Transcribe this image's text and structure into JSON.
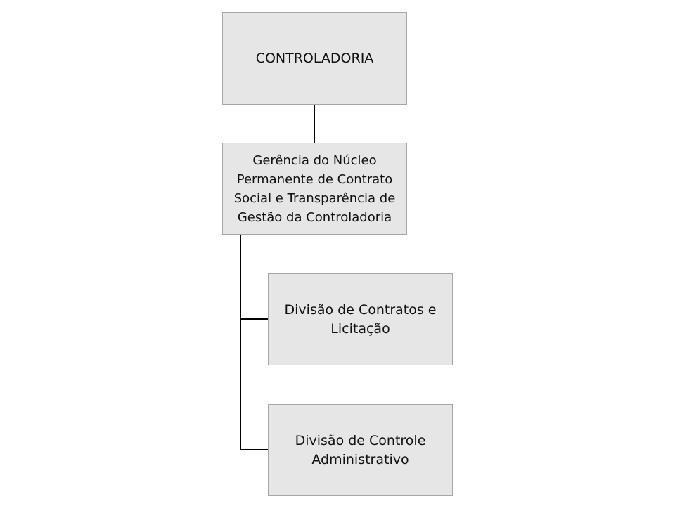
{
  "diagram": {
    "nodes": {
      "root": {
        "label": "CONTROLADORIA"
      },
      "manager": {
        "label": "Gerência do Núcleo Permanente de Contrato Social e Transparência de Gestão da Controladoria"
      },
      "contracts": {
        "label": "Divisão de Contratos e Licitação"
      },
      "admin": {
        "label": "Divisão de Controle Administrativo"
      }
    },
    "edges": [
      {
        "from": "root",
        "to": "manager"
      },
      {
        "from": "manager",
        "to": "contracts"
      },
      {
        "from": "manager",
        "to": "admin"
      }
    ],
    "colors": {
      "box_fill": "#e6e6e6",
      "box_border": "#a6a6a6",
      "connector": "#000000",
      "text": "#111111"
    }
  }
}
